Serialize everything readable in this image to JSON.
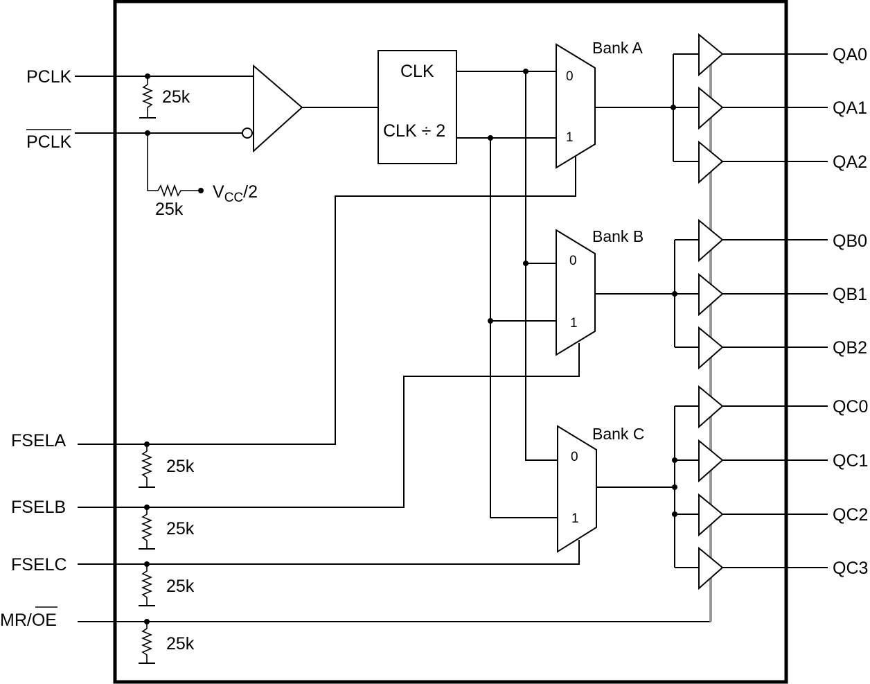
{
  "inputs": {
    "pclk": "PCLK",
    "pclk_n": "PCLK",
    "fsela": "FSELA",
    "fselb": "FSELB",
    "fselc": "FSELC",
    "mr": "MR/",
    "oe": "OE"
  },
  "resistors": {
    "pclk_pulldown": "25k",
    "pclk_n_bias": "25k",
    "fsela": "25k",
    "fselb": "25k",
    "fselc": "25k",
    "mr_oe": "25k"
  },
  "bias": {
    "v": "V",
    "sub": "CC",
    "suffix": "/2"
  },
  "divider": {
    "clk": "CLK",
    "clk_div": "CLK ÷ 2"
  },
  "banks": [
    {
      "label": "Bank A",
      "in0": "0",
      "in1": "1"
    },
    {
      "label": "Bank B",
      "in0": "0",
      "in1": "1"
    },
    {
      "label": "Bank C",
      "in0": "0",
      "in1": "1"
    }
  ],
  "outputs": [
    "QA0",
    "QA1",
    "QA2",
    "QB0",
    "QB1",
    "QB2",
    "QC0",
    "QC1",
    "QC2",
    "QC3"
  ]
}
